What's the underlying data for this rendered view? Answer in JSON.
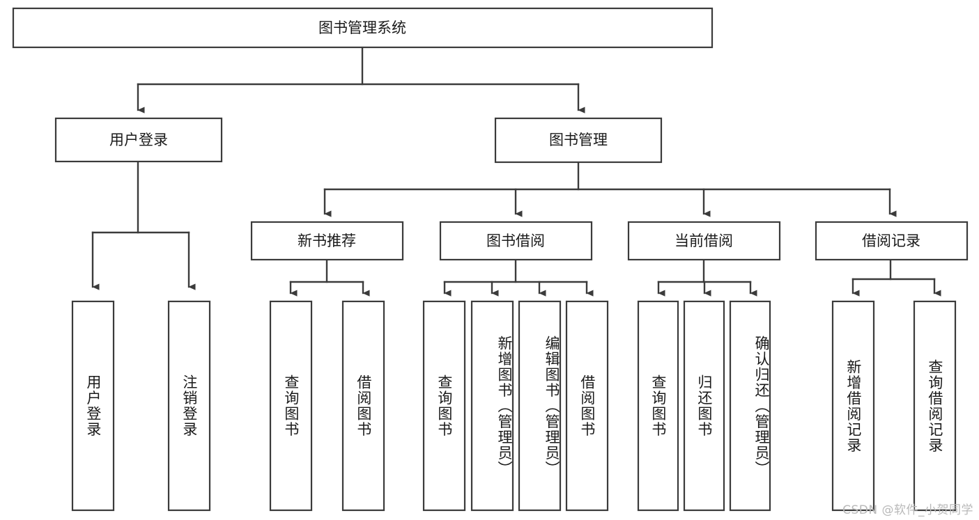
{
  "diagram": {
    "type": "tree-hierarchy-chart",
    "title": "图书管理系统",
    "background_color": "#ffffff",
    "box_stroke_color": "#3b3b3b",
    "box_fill_color": "#ffffff",
    "text_color": "#1a1a1a",
    "root": {
      "id": "root",
      "label": "图书管理系统",
      "orientation": "horizontal"
    },
    "level1": [
      {
        "id": "user-login",
        "label": "用户登录",
        "orientation": "horizontal"
      },
      {
        "id": "book-management",
        "label": "图书管理",
        "orientation": "horizontal"
      }
    ],
    "level2": [
      {
        "id": "new-book-recommend",
        "label": "新书推荐",
        "orientation": "horizontal",
        "parent": "book-management"
      },
      {
        "id": "book-borrow",
        "label": "图书借阅",
        "orientation": "horizontal",
        "parent": "book-management"
      },
      {
        "id": "current-borrow",
        "label": "当前借阅",
        "orientation": "horizontal",
        "parent": "book-management"
      },
      {
        "id": "borrow-record",
        "label": "借阅记录",
        "orientation": "horizontal",
        "parent": "book-management"
      }
    ],
    "leaves": [
      {
        "id": "leaf-user-login",
        "label": "用户登录",
        "orientation": "vertical",
        "parent": "user-login"
      },
      {
        "id": "leaf-logout-login",
        "label": "注销登录",
        "orientation": "vertical",
        "parent": "user-login"
      },
      {
        "id": "leaf-query-book-1",
        "label": "查询图书",
        "orientation": "vertical",
        "parent": "new-book-recommend"
      },
      {
        "id": "leaf-borrow-book-1",
        "label": "借阅图书",
        "orientation": "vertical",
        "parent": "new-book-recommend"
      },
      {
        "id": "leaf-query-book-2",
        "label": "查询图书",
        "orientation": "vertical",
        "parent": "book-borrow"
      },
      {
        "id": "leaf-add-book",
        "label": "新增图书（管理员）",
        "orientation": "vertical",
        "parent": "book-borrow"
      },
      {
        "id": "leaf-edit-book",
        "label": "编辑图书（管理员）",
        "orientation": "vertical",
        "parent": "book-borrow"
      },
      {
        "id": "leaf-borrow-book-2",
        "label": "借阅图书",
        "orientation": "vertical",
        "parent": "book-borrow"
      },
      {
        "id": "leaf-query-book-3",
        "label": "查询图书",
        "orientation": "vertical",
        "parent": "current-borrow"
      },
      {
        "id": "leaf-return-book",
        "label": "归还图书",
        "orientation": "vertical",
        "parent": "current-borrow"
      },
      {
        "id": "leaf-confirm-return",
        "label": "确认归还（管理员）",
        "orientation": "vertical",
        "parent": "current-borrow"
      },
      {
        "id": "leaf-add-record",
        "label": "新增借阅记录",
        "orientation": "vertical",
        "parent": "borrow-record"
      },
      {
        "id": "leaf-query-record",
        "label": "查询借阅记录",
        "orientation": "vertical",
        "parent": "borrow-record"
      }
    ]
  },
  "watermark": {
    "text": "CSDN @软件_小贺同学",
    "color": "#b9b9b9"
  }
}
